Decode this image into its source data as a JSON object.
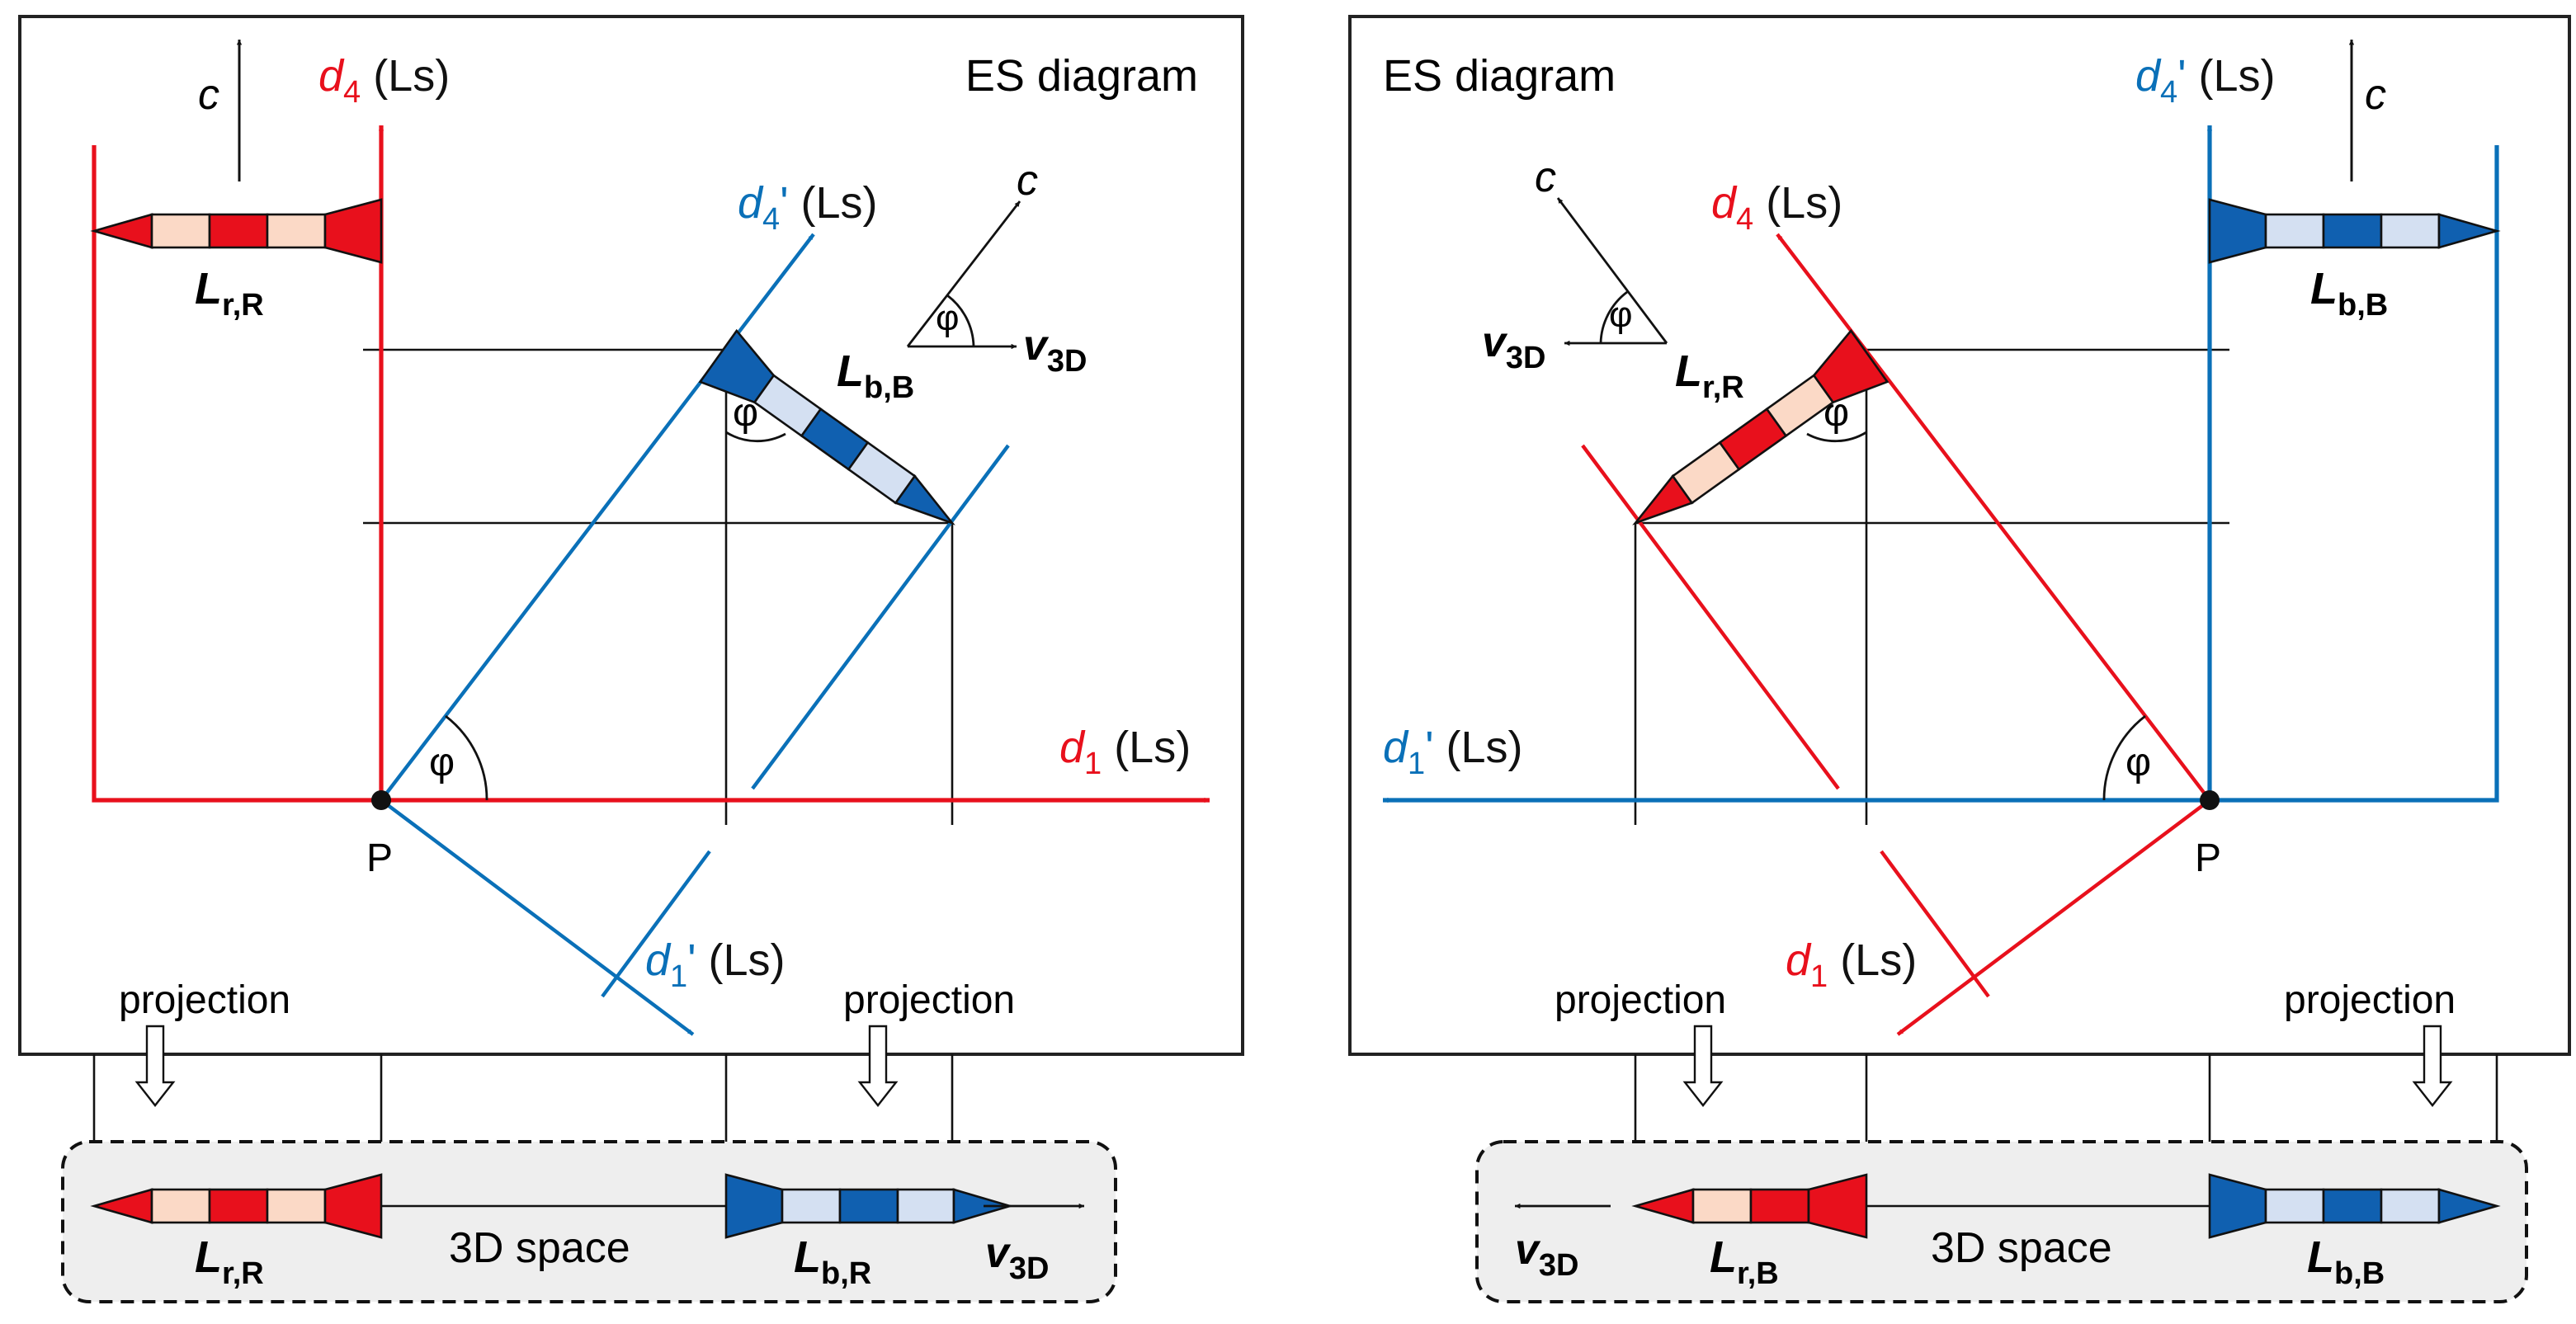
{
  "colors": {
    "red": "#e8101c",
    "blue": "#0a70b8",
    "dark_blue": "#1060b0",
    "light_blue": "#d4e0f2",
    "light_red": "#fbd9c6",
    "black": "#111111",
    "space_bg": "#eeeeee"
  },
  "left": {
    "title": "ES diagram",
    "c_label": "c",
    "d4_var": "d",
    "d4_sub": "4",
    "d4_unit": " (Ls)",
    "d4p_var": "d",
    "d4p_sub": "4",
    "d4p_prime": "'",
    "d4p_unit": " (Ls)",
    "d1_var": "d",
    "d1_sub": "1",
    "d1_unit": " (Ls)",
    "d1p_var": "d",
    "d1p_sub": "1",
    "d1p_prime": "'",
    "d1p_unit": " (Ls)",
    "point_label": "P",
    "phi": "φ",
    "ship_red_main": "L",
    "ship_red_sub": "r,R",
    "ship_blue_main": "L",
    "ship_blue_sub": "b,B",
    "v_main": "v",
    "v_sub": "3D",
    "c2_label": "c",
    "projection_left": "projection",
    "projection_right": "projection",
    "space_label": "3D space",
    "space_red_main": "L",
    "space_red_sub": "r,R",
    "space_blue_main": "L",
    "space_blue_sub": "b,R",
    "space_v_main": "v",
    "space_v_sub": "3D"
  },
  "right": {
    "title": "ES diagram",
    "c_label": "c",
    "d4p_var": "d",
    "d4p_sub": "4",
    "d4p_prime": "'",
    "d4p_unit": " (Ls)",
    "d4_var": "d",
    "d4_sub": "4",
    "d4_unit": " (Ls)",
    "d1p_var": "d",
    "d1p_sub": "1",
    "d1p_prime": "'",
    "d1p_unit": " (Ls)",
    "d1_var": "d",
    "d1_sub": "1",
    "d1_unit": " (Ls)",
    "point_label": "P",
    "phi": "φ",
    "ship_blue_main": "L",
    "ship_blue_sub": "b,B",
    "ship_red_main": "L",
    "ship_red_sub": "r,R",
    "v_main": "v",
    "v_sub": "3D",
    "c2_label": "c",
    "projection_left": "projection",
    "projection_right": "projection",
    "space_label": "3D space",
    "space_red_main": "L",
    "space_red_sub": "r,B",
    "space_blue_main": "L",
    "space_blue_sub": "b,B",
    "space_v_main": "v",
    "space_v_sub": "3D"
  }
}
